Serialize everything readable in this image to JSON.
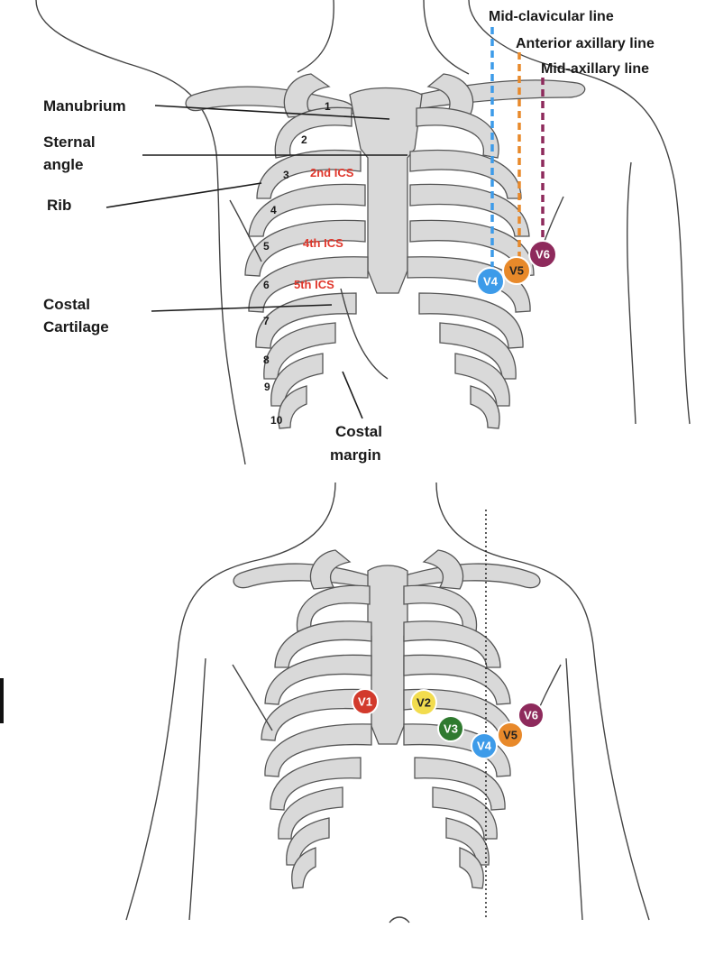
{
  "top": {
    "labels": {
      "manubrium": "Manubrium",
      "sternal_angle_1": "Sternal",
      "sternal_angle_2": "angle",
      "rib": "Rib",
      "costal_cartilage_1": "Costal",
      "costal_cartilage_2": "Cartilage",
      "costal_margin_1": "Costal",
      "costal_margin_2": "margin",
      "mid_clavicular": "Mid-clavicular line",
      "anterior_axillary": "Anterior axillary line",
      "mid_axillary": "Mid-axillary line"
    },
    "ics": {
      "second": "2nd ICS",
      "fourth": "4th ICS",
      "fifth": "5th ICS"
    },
    "rib_numbers": [
      "1",
      "2",
      "3",
      "4",
      "5",
      "6",
      "7",
      "8",
      "9",
      "10"
    ],
    "electrodes": [
      {
        "label": "V4",
        "color": "#3d9be9"
      },
      {
        "label": "V5",
        "color": "#e8892a"
      },
      {
        "label": "V6",
        "color": "#8e2a5c"
      }
    ],
    "line_colors": {
      "mid_clavicular": "#3d9be9",
      "anterior_axillary": "#e8892a",
      "mid_axillary": "#8e2a5c"
    }
  },
  "bottom": {
    "electrodes": [
      {
        "label": "V1",
        "color": "#d23a2c"
      },
      {
        "label": "V2",
        "color": "#f2dc4e"
      },
      {
        "label": "V3",
        "color": "#2f7a2f"
      },
      {
        "label": "V4",
        "color": "#3d9be9"
      },
      {
        "label": "V5",
        "color": "#e8892a"
      },
      {
        "label": "V6",
        "color": "#8e2a5c"
      }
    ]
  }
}
